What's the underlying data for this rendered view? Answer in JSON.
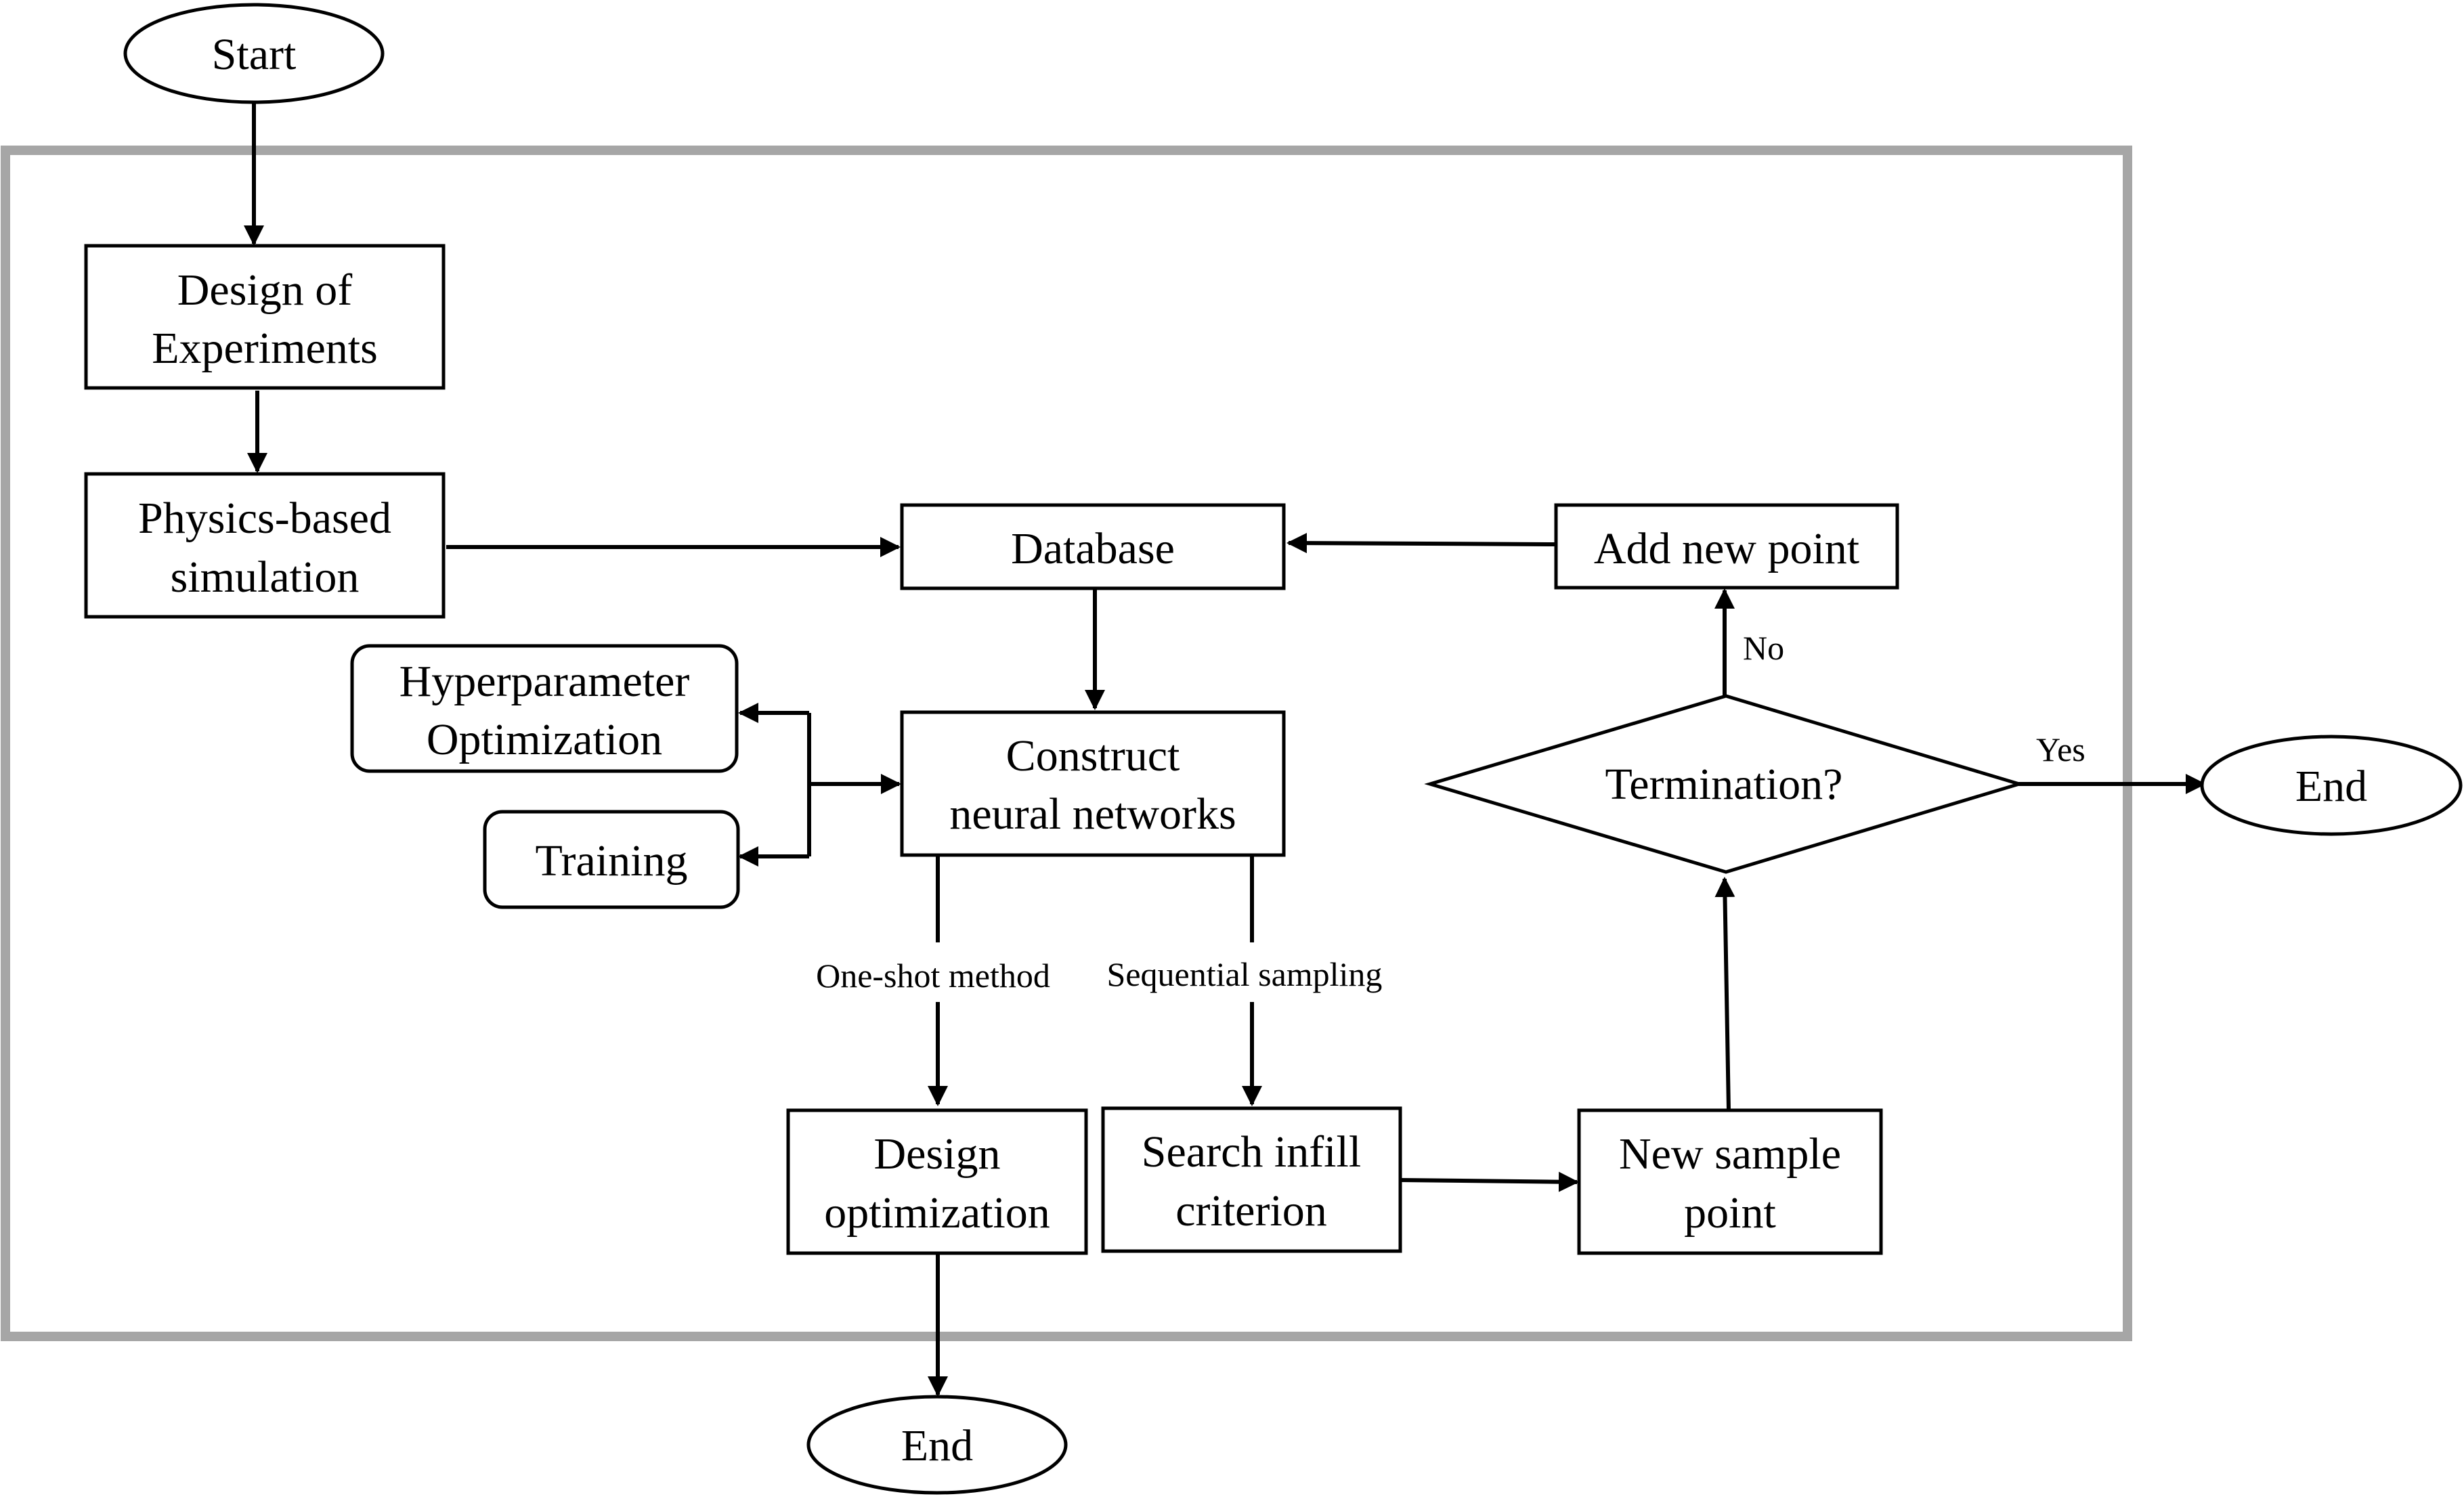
{
  "nodes": {
    "start": "Start",
    "doe": [
      "Design of",
      "Experiments"
    ],
    "physics": [
      "Physics-based",
      "simulation"
    ],
    "database": "Database",
    "add_point": "Add new point",
    "hyperparam": [
      "Hyperparameter",
      "Optimization"
    ],
    "training": "Training",
    "construct": [
      "Construct",
      "neural networks"
    ],
    "termination": "Termination?",
    "end_right": "End",
    "design_opt": [
      "Design",
      "optimization"
    ],
    "search_infill": [
      "Search infill",
      "criterion"
    ],
    "new_sample": [
      "New sample",
      "point"
    ],
    "end_bottom": "End"
  },
  "edges": {
    "no": "No",
    "yes": "Yes",
    "one_shot": "One-shot method",
    "sequential": "Sequential sampling"
  }
}
